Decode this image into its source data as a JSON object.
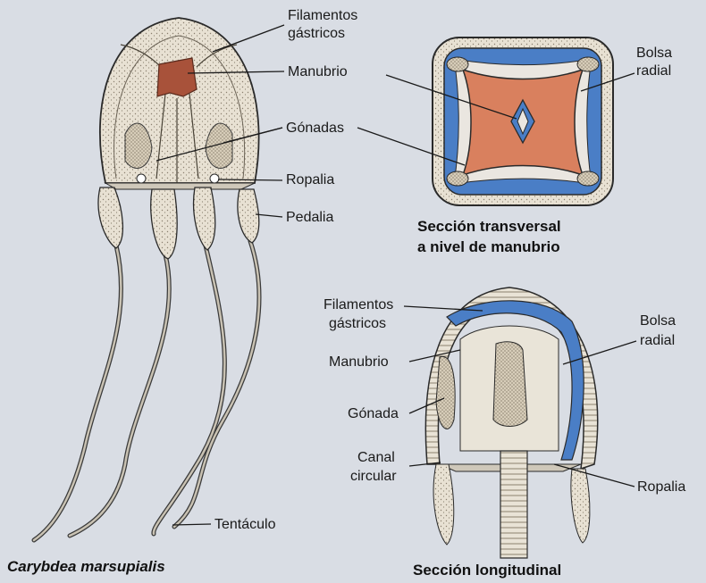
{
  "jellyfish": {
    "labels": {
      "filamentos_gastricos_1": "Filamentos",
      "filamentos_gastricos_2": "gástricos",
      "manubrio": "Manubrio",
      "gonadas": "Gónadas",
      "ropalia": "Ropalia",
      "pedalia": "Pedalia",
      "tentaculo": "Tentáculo"
    },
    "species_caption": "Carybdea marsupialis"
  },
  "cross_section": {
    "labels": {
      "bolsa_radial_1": "Bolsa",
      "bolsa_radial_2": "radial"
    },
    "caption_line1": "Sección transversal",
    "caption_line2": "a nivel de manubrio"
  },
  "long_section": {
    "labels": {
      "filamentos_1": "Filamentos",
      "filamentos_2": "gástricos",
      "manubrio": "Manubrio",
      "gonada": "Gónada",
      "canal_1": "Canal",
      "canal_2": "circular",
      "bolsa_radial_1": "Bolsa",
      "bolsa_radial_2": "radial",
      "ropalia": "Ropalia"
    },
    "caption": "Sección longitudinal"
  },
  "colors": {
    "background": "#d9dde4",
    "bell": "#e4ded2",
    "manubrio_orange": "#d9805e",
    "radial_blue": "#4a7ec6",
    "stipple": "#c9bfae",
    "line": "#2a2a2a"
  }
}
